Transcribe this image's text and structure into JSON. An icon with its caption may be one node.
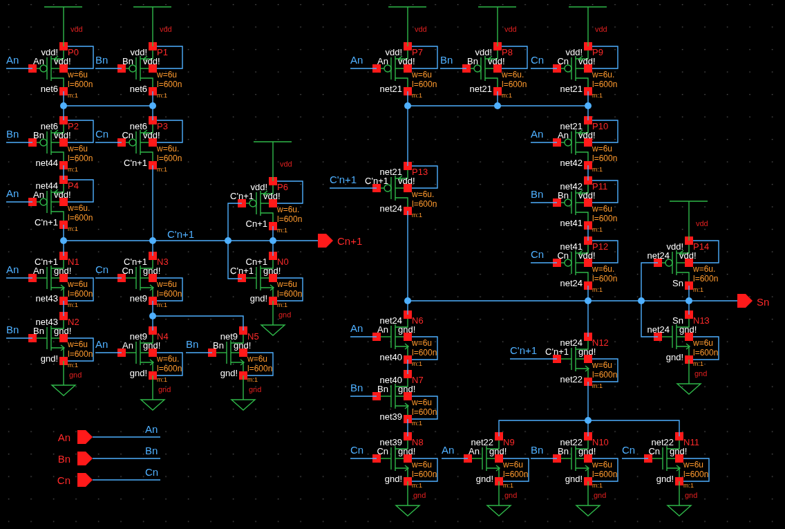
{
  "diagram": {
    "labels": [
      "vdd!",
      "P0",
      "An",
      "vdd!",
      "w=6u",
      "net6",
      "l=600n",
      "m:1",
      "vdd",
      "An",
      "vdd!",
      "P1",
      "Bn",
      "vdd!",
      "w=6u",
      "net6",
      "l=600n",
      "m:1",
      "vdd",
      "Bn",
      "net6",
      "P2",
      "Bn",
      "vdd!",
      "w=6u",
      "net44",
      "l=600n",
      "m:1",
      "Bn",
      "net6",
      "P3",
      "Cn",
      "vdd!",
      "w=6u.",
      "C'n+1",
      "l=600n",
      "m:1",
      "Cn",
      "net44",
      "P4",
      "An",
      "vdd!",
      "w=6u.",
      "C'n+1",
      "l=600n",
      "m:1",
      "An",
      "vdd!",
      "P6",
      "C'n+1",
      "vdd!",
      "w=6u.",
      "Cn+1",
      "l=600n",
      "m:1",
      "vdd",
      "C'n+1",
      "N1",
      "An",
      "gnd!",
      "w=6u",
      "net43",
      "l=600n",
      "m:1",
      "An",
      "C'n+1",
      "N3",
      "Cn",
      "gnd!",
      "w=6u",
      "net9",
      "l=600n",
      "m:1",
      "Cn",
      "Cn+1",
      "N0",
      "C'n+1",
      "gnd!",
      "w=6u",
      "gnd!",
      "l=600n",
      "m:1",
      "gnd",
      "net43",
      "N2",
      "Bn",
      "gnd!",
      "w=6u",
      "gnd!",
      "l=600n",
      "m:1",
      "gnd",
      "Bn",
      "net9",
      "N4",
      "An",
      "gnd!",
      "w=6u.",
      "gnd!",
      "l=600n",
      "m:1",
      "gnd",
      "An",
      "net9",
      "N5",
      "Bn",
      "gnd!",
      "w=6u",
      "gnd!",
      "l=600n",
      "m:1",
      "gnd",
      "Bn",
      "vdd!",
      "P7",
      "An",
      "vdd!",
      "w=6u",
      "net21",
      "l=600n",
      "m:1",
      "vdd",
      "An",
      "vdd!",
      "P8",
      "Bn",
      "vdd!",
      "w=6u.",
      "net21",
      "l=600n",
      "m:1",
      "vdd",
      "Bn",
      "vdd!",
      "P9",
      "Cn",
      "vdd!",
      "w=6u.",
      "net21",
      "l=600n",
      "m:1",
      "vdd",
      "Cn",
      "net21",
      "P10",
      "An",
      "vdd!",
      "w=6u",
      "net42",
      "l=600n",
      "m:1",
      "An",
      "net21",
      "P13",
      "C'n+1",
      "vdd!",
      "w=6u.",
      "net24",
      "l=600n",
      "m:1",
      "C'n+1",
      "net42",
      "P11",
      "Bn",
      "vdd!",
      "w=6u",
      "net41",
      "l=600n",
      "m:1",
      "Bn",
      "net41",
      "P12",
      "Cn",
      "vdd!",
      "w=6u.",
      "net24",
      "l=600n",
      "m:1",
      "Cn",
      "vdd!",
      "P14",
      "net24",
      "vdd!",
      "w=6u.",
      "Sn",
      "l=600n",
      "m:1",
      "vdd",
      "net24",
      "N6",
      "An",
      "gnd!",
      "w=6u",
      "net40",
      "l=600n",
      "m:1",
      "An",
      "Sn",
      "N13",
      "net24",
      "gnd!",
      "w=6u",
      "gnd!",
      "l=600n",
      "m:1",
      "gnd",
      "net24",
      "N12",
      "C'n+1",
      "gnd!",
      "w=6u",
      "net22",
      "l=600n",
      "m:1",
      "C'n+1",
      "net40",
      "N7",
      "Bn",
      "gnd!",
      "w=6u",
      "net39",
      "l=600n",
      "m:1",
      "Bn",
      "net39",
      "N8",
      "Cn",
      "gnd!",
      "w=6u",
      "gnd!",
      "l=600n",
      "m:1",
      "gnd",
      "Cn",
      "net22",
      "N9",
      "An",
      "gnd!",
      "w=6u",
      "gnd!",
      "l=600n",
      "m:1",
      "gnd",
      "An",
      "net22",
      "N10",
      "Bn",
      "gnd!",
      "w=6u",
      "gnd!",
      "l=600n",
      "m:1",
      "gnd",
      "Bn",
      "net22",
      "N11",
      "Cn",
      "gnd!",
      "w=6u",
      "gnd!",
      "l=600n",
      "m:1",
      "gnd",
      "Cn",
      "C'n+1",
      "Cn+1",
      "Sn",
      "An",
      "An",
      "Bn",
      "Bn",
      "Cn",
      "Cn"
    ]
  }
}
